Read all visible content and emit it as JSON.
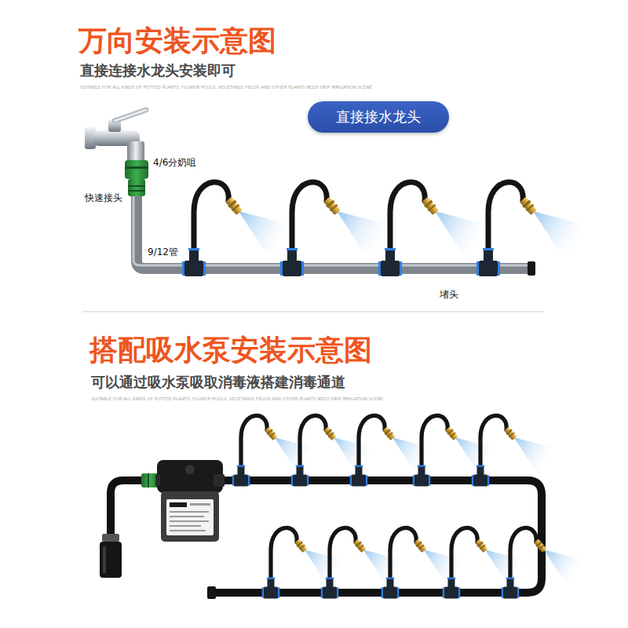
{
  "diagram": {
    "nodes": [
      {
        "text": [
          "直接接水龙头"
        ]
      }
    ],
    "labels": [
      "万向安装示意图",
      "直接连接水龙头安装即可",
      "SUITABLE FOR ALL KINDS OF POTTED PLANTS, FLOWER POOLS, VEGETABLE FIELDS AND OTHER PLANTS NEED DRIP IRRIGATION SCENE",
      "4/6分奶咀",
      "快速接头",
      "9/12管",
      "堵头",
      "搭配吸水泵安装示意图",
      "可以通过吸水泵吸取消毒液搭建消毒通道",
      "SUITABLE FOR ALL KINDS OF POTTED PLANTS, FLOWER POOLS, VEGETABLE FIELDS AND OTHER PLANTS NEED DRIP IRRIGATION SCENE"
    ]
  }
}
